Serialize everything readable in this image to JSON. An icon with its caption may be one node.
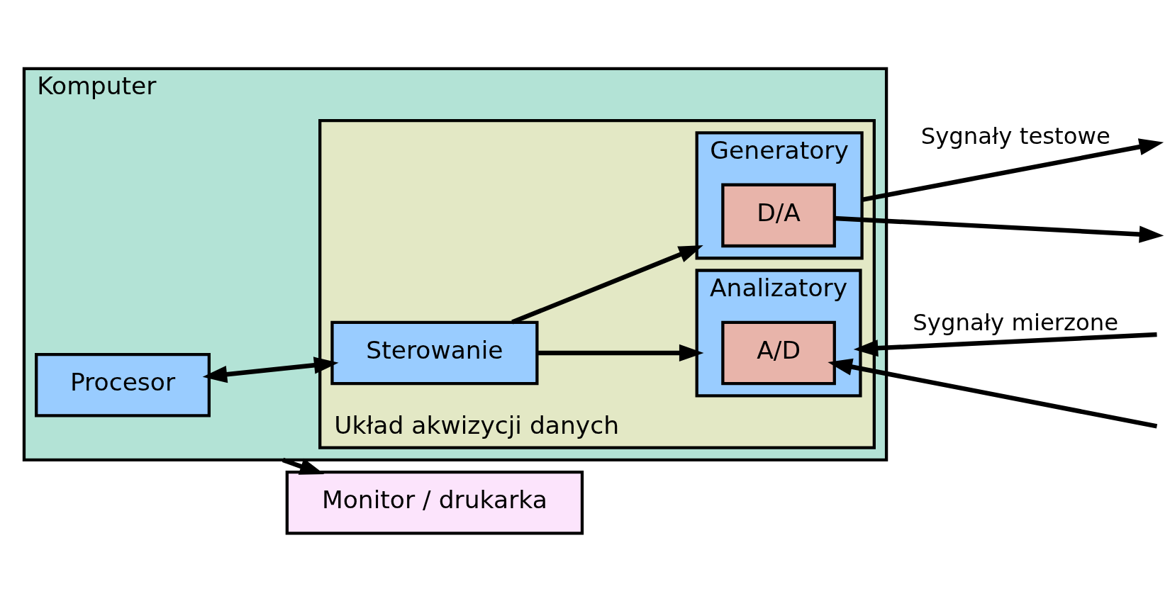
{
  "diagram": {
    "nodes": [
      {
        "text": [
          "Komputer"
        ]
      },
      {
        "text": [
          "Procesor"
        ],
        "in": 0
      },
      {
        "text": [
          "Układ akwizycji danych"
        ],
        "in": 0
      },
      {
        "text": [
          "Sterowanie"
        ],
        "in": 2
      },
      {
        "text": [
          "Generatory"
        ],
        "in": 2
      },
      {
        "text": [
          "D/A"
        ],
        "in": 4
      },
      {
        "text": [
          "Analizatory"
        ],
        "in": 2
      },
      {
        "text": [
          "A/D"
        ],
        "in": 6
      },
      {
        "text": [
          "Monitor / drukarka"
        ]
      }
    ],
    "edges": [
      {
        "from": 1,
        "to": 3,
        "arrow": "both"
      },
      {
        "from": 3,
        "to": 4,
        "arrow": "to"
      },
      {
        "from": 3,
        "to": 6,
        "arrow": "to"
      },
      {
        "from": 4,
        "to": null,
        "arrow": "to",
        "label": "Sygnały testowe"
      },
      {
        "from": 5,
        "to": null,
        "arrow": "to"
      },
      {
        "from": null,
        "to": 6,
        "arrow": "to",
        "label": "Sygnały mierzone"
      },
      {
        "from": null,
        "to": 7,
        "arrow": "to"
      },
      {
        "from": 0,
        "to": 8,
        "arrow": "to"
      }
    ]
  }
}
